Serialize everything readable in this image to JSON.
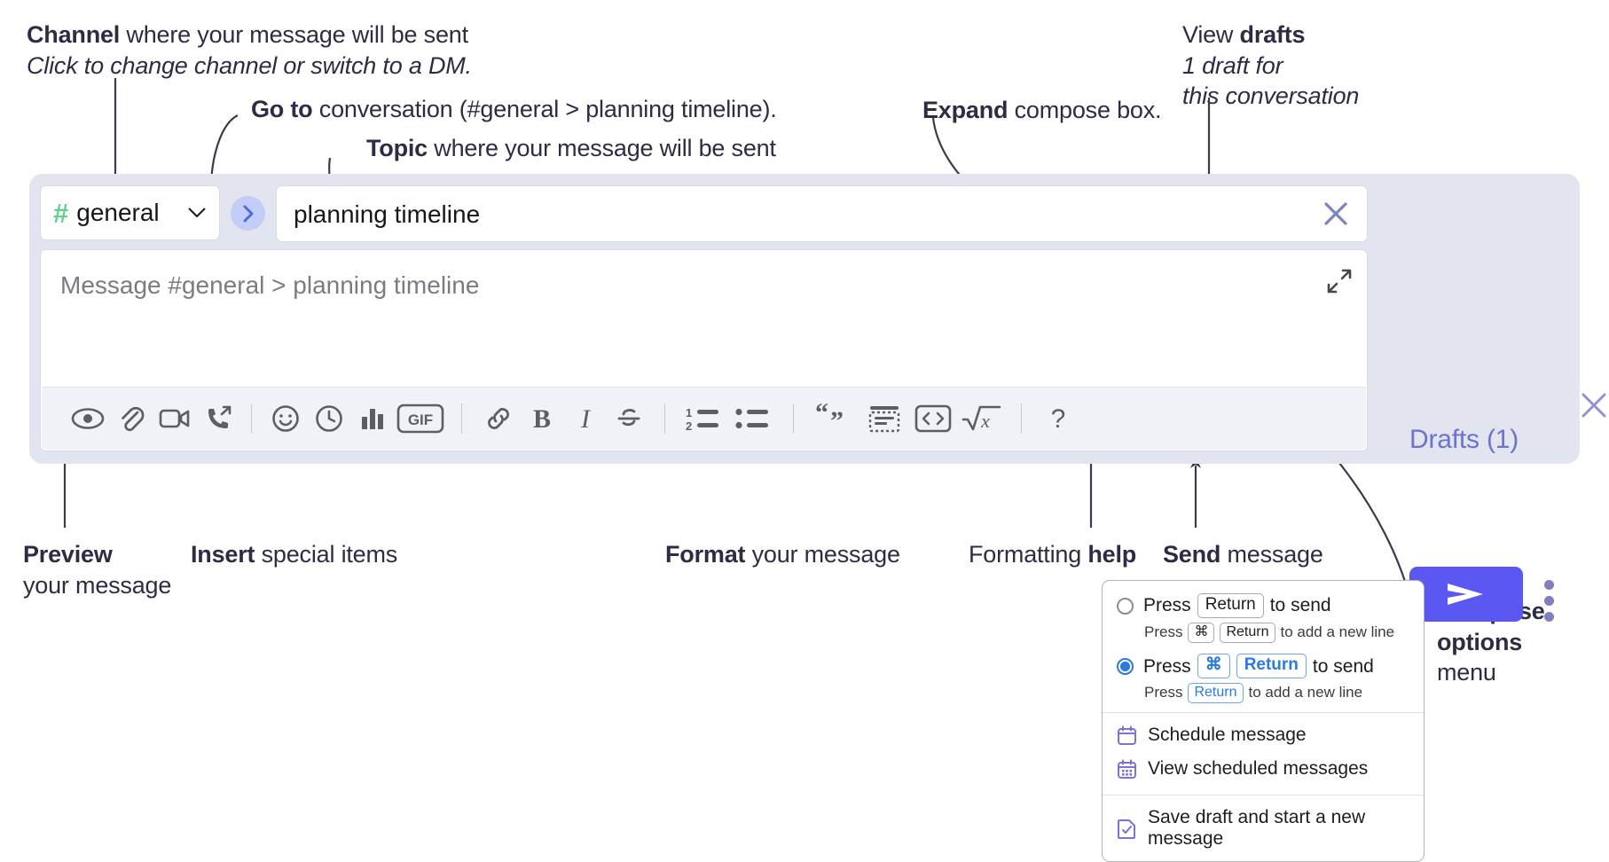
{
  "annotations": {
    "channel": {
      "bold": "Channel",
      "rest": " where your message will be sent",
      "italic": "Click to change channel or switch to a DM."
    },
    "goto": {
      "bold": "Go to",
      "rest": " conversation (#general > planning timeline)."
    },
    "topic": {
      "bold": "Topic",
      "rest": " where your message will be sent"
    },
    "expand": {
      "bold": "Expand",
      "rest": " compose box."
    },
    "drafts": {
      "bold_prefix": "View ",
      "bold": "drafts",
      "italic_line1": "1 draft for",
      "italic_line2": "this conversation"
    },
    "preview": {
      "bold": "Preview",
      "rest": "your message"
    },
    "insert": {
      "bold": "Insert",
      "rest": " special items"
    },
    "format": {
      "bold": "Format",
      "rest": " your message"
    },
    "help": {
      "plain": "Formatting ",
      "bold": "help"
    },
    "send": {
      "bold": "Send",
      "rest": " message"
    },
    "compose_options": {
      "bold_line1": "Compose",
      "bold_line2": "options",
      "plain_line3": "menu"
    }
  },
  "compose": {
    "channel": {
      "hash": "#",
      "name": "general",
      "chevron": "chevron-down"
    },
    "goto_button_label": "go-to-conversation",
    "topic": {
      "value": "planning timeline",
      "clear_label": "clear-topic"
    },
    "message": {
      "placeholder": "Message #general > planning timeline"
    },
    "expand_label": "expand-compose-box",
    "drafts_link": "Drafts (1)",
    "send_label": "send-message",
    "kebab_label": "compose-options",
    "close_label": "close-compose",
    "toolbar": [
      {
        "name": "preview-icon",
        "label": "Preview"
      },
      {
        "name": "attachment-icon",
        "label": "Attach file"
      },
      {
        "name": "video-icon",
        "label": "Record video"
      },
      {
        "name": "phone-forward-icon",
        "label": "Call"
      },
      {
        "sep": true
      },
      {
        "name": "emoji-icon",
        "label": "Emoji"
      },
      {
        "name": "clock-icon",
        "label": "Reminder"
      },
      {
        "name": "poll-icon",
        "label": "Poll"
      },
      {
        "name": "gif-icon",
        "label": "GIF"
      },
      {
        "sep": true
      },
      {
        "name": "link-icon",
        "label": "Link"
      },
      {
        "name": "bold-icon",
        "label": "Bold"
      },
      {
        "name": "italic-icon",
        "label": "Italic"
      },
      {
        "name": "strikethrough-icon",
        "label": "Strikethrough"
      },
      {
        "sep": true
      },
      {
        "name": "ordered-list-icon",
        "label": "Ordered list"
      },
      {
        "name": "bulleted-list-icon",
        "label": "Bulleted list"
      },
      {
        "sep": true
      },
      {
        "name": "blockquote-icon",
        "label": "Blockquote"
      },
      {
        "name": "code-block-icon",
        "label": "Code block"
      },
      {
        "name": "inline-code-icon",
        "label": "Code"
      },
      {
        "name": "latex-icon",
        "label": "Math"
      },
      {
        "sep": true
      },
      {
        "name": "help-icon",
        "label": "?"
      }
    ]
  },
  "options_menu": {
    "option1": {
      "selected": false,
      "pre": "Press",
      "key": "Return",
      "post": "to send",
      "sub_pre": "Press",
      "sub_key1": "⌘",
      "sub_key2": "Return",
      "sub_post": "to add a new line"
    },
    "option2": {
      "selected": true,
      "pre": "Press",
      "key1": "⌘",
      "key2": "Return",
      "post": "to send",
      "sub_pre": "Press",
      "sub_key": "Return",
      "sub_post": "to add a new line"
    },
    "items": [
      {
        "icon": "calendar-schedule-icon",
        "label": "Schedule message"
      },
      {
        "icon": "calendar-grid-icon",
        "label": "View scheduled messages"
      },
      {
        "icon": "save-draft-icon",
        "label": "Save draft and start a new message"
      }
    ]
  },
  "colors": {
    "panel_bg": "#e2e4f0",
    "send_button": "#5a57f2",
    "drafts_text": "#6b73cf",
    "hash_green": "#62d08e",
    "goto_circle": "#c3cdf7",
    "annotation_text": "#2e2c44",
    "menu_icon_purple": "#7b71d6",
    "radio_blue": "#2a7ae2"
  }
}
